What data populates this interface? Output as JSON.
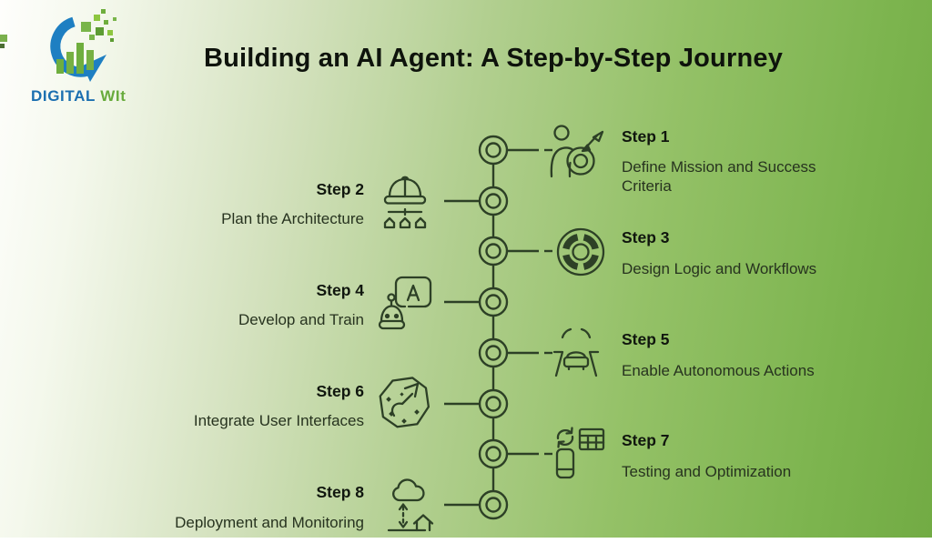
{
  "logo": {
    "brand_primary": "DIGITAL",
    "brand_secondary": "WIt",
    "primary_color": "#1b6fb0",
    "secondary_color": "#68ab3c",
    "icon": "growth-chart-arrow-logo-icon"
  },
  "title": "Building an AI Agent: A Step-by-Step Journey",
  "colors": {
    "stroke_dark_green": "#2d4026",
    "background_green_right": "#72ab44",
    "background_white_left": "#fefefc",
    "label_text": "#10160e",
    "description_text": "#27331f"
  },
  "timeline": {
    "node_count": 8,
    "steps": [
      {
        "label": "Step 1",
        "description": "Define Mission and Success Criteria",
        "side": "right",
        "icon": "person-target-icon"
      },
      {
        "label": "Step 2",
        "description": "Plan the Architecture",
        "side": "left",
        "icon": "hardhat-hierarchy-icon"
      },
      {
        "label": "Step 3",
        "description": "Design Logic and Workflows",
        "side": "right",
        "icon": "workflow-wheel-icon"
      },
      {
        "label": "Step 4",
        "description": "Develop and Train",
        "side": "left",
        "icon": "robot-learning-icon"
      },
      {
        "label": "Step 5",
        "description": "Enable Autonomous Actions",
        "side": "right",
        "icon": "autonomous-car-icon"
      },
      {
        "label": "Step 6",
        "description": "Integrate User Interfaces",
        "side": "left",
        "icon": "sticker-arrow-icon"
      },
      {
        "label": "Step 7",
        "description": "Testing and Optimization",
        "side": "right",
        "icon": "device-sync-table-icon"
      },
      {
        "label": "Step 8",
        "description": "Deployment and Monitoring",
        "side": "left",
        "icon": "cloud-deployment-icon"
      }
    ]
  }
}
